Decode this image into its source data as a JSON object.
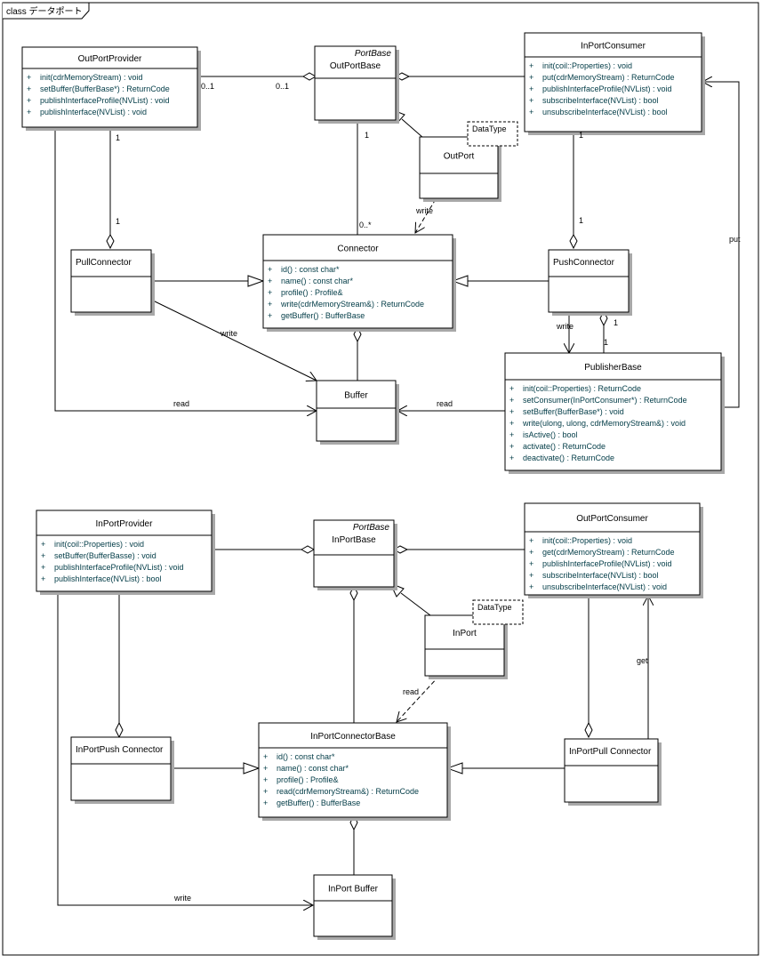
{
  "frame": {
    "label": "class データポート"
  },
  "classes": {
    "outport_provider": {
      "name": "OutPortProvider",
      "ops": [
        "init(cdrMemoryStream) : void",
        "setBuffer(BufferBase*) : ReturnCode",
        "publishInterfaceProfile(NVList) : void",
        "publishInterface(NVList) : void"
      ]
    },
    "outport_base": {
      "stereo": "PortBase",
      "name": "OutPortBase"
    },
    "inport_consumer": {
      "name": "InPortConsumer",
      "ops": [
        "init(coil::Properties) : void",
        "put(cdrMemoryStream) : ReturnCode",
        "publishInterfaceProfile(NVList) : void",
        "subscribeInterface(NVList) : bool",
        "unsubscribeInterface(NVList) : bool"
      ]
    },
    "outport": {
      "name": "OutPort",
      "datatype": "DataType"
    },
    "connector": {
      "name": "Connector",
      "ops": [
        "id() : const char*",
        "name() : const char*",
        "profile() : Profile&",
        "write(cdrMemoryStream&) : ReturnCode",
        "getBuffer() : BufferBase"
      ]
    },
    "pull_connector": {
      "name": "PullConnector"
    },
    "push_connector": {
      "name": "PushConnector"
    },
    "buffer": {
      "name": "Buffer"
    },
    "publisher_base": {
      "name": "PublisherBase",
      "ops": [
        "init(coil::Properties) : ReturnCode",
        "setConsumer(InPortConsumer*) : ReturnCode",
        "setBuffer(BufferBase*) : void",
        "write(ulong, ulong, cdrMemoryStream&) : void",
        "isActive() : bool",
        "activate() : ReturnCode",
        "deactivate() : ReturnCode"
      ]
    },
    "inport_provider": {
      "name": "InPortProvider",
      "ops": [
        "init(coil::Properties) : void",
        "setBuffer(BufferBasse) : void",
        "publishInterfaceProfile(NVList) : void",
        "publishInterface(NVList) : bool"
      ]
    },
    "inport_base": {
      "stereo": "PortBase",
      "name": "InPortBase"
    },
    "outport_consumer": {
      "name": "OutPortConsumer",
      "ops": [
        "init(coil::Properties) : void",
        "get(cdrMemoryStream) : ReturnCode",
        "publishInterfaceProfile(NVList) : void",
        "subscribeInterface(NVList) : bool",
        "unsubscribeInterface(NVList) : void"
      ]
    },
    "inport": {
      "name": "InPort",
      "datatype": "DataType"
    },
    "inport_connector_base": {
      "name": "InPortConnectorBase",
      "ops": [
        "id() : const char*",
        "name() : const char*",
        "profile() : Profile&",
        "read(cdrMemoryStream&) : ReturnCode",
        "getBuffer() : BufferBase"
      ]
    },
    "inport_push_connector": {
      "name": "InPortPush Connector"
    },
    "inport_pull_connector": {
      "name": "InPortPull Connector"
    },
    "inport_buffer": {
      "name": "InPort Buffer"
    }
  },
  "labels": {
    "mult_provider_base": "0..1",
    "mult_base_provider": "0..1",
    "mult_provider_pull_top": "1",
    "mult_provider_pull_bottom": "1",
    "mult_base_connector_top": "1",
    "mult_base_connector_bottom": "0..*",
    "mult_consumer_push_top": "1",
    "mult_consumer_push_bottom": "1",
    "mult_push_publisher_top": "1",
    "mult_push_publisher_bottom": "1",
    "outport_write": "write",
    "pull_write": "write",
    "push_write": "write",
    "provider_read": "read",
    "publisher_read": "read",
    "put": "put",
    "inport_read": "read",
    "get": "get",
    "provider_write": "write"
  },
  "visibility_symbol": "+"
}
